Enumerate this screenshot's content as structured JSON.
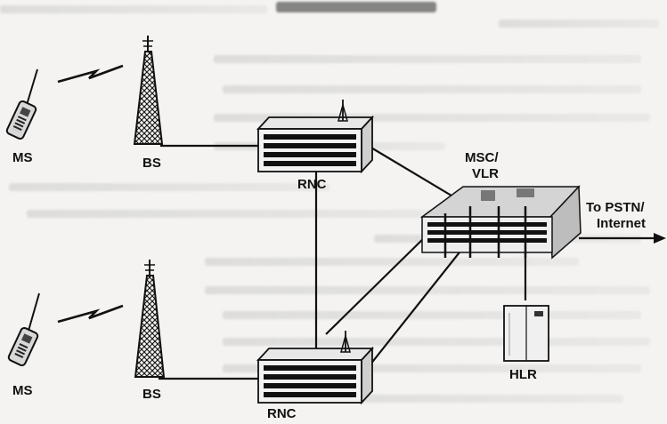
{
  "header_text": "...y ... ...p ...g ...",
  "labels": {
    "ms_top": "MS",
    "bs_top": "BS",
    "rnc_top": "RNC",
    "ms_bottom": "MS",
    "bs_bottom": "BS",
    "rnc_bottom": "RNC",
    "msc_vlr_line1": "MSC/",
    "msc_vlr_line2": "VLR",
    "pstn_line1": "To PSTN/",
    "pstn_line2": "Internet",
    "hlr": "HLR"
  },
  "colors": {
    "ink": "#111111",
    "paper": "#f4f3f1",
    "ghost_text": "#9a9a9a"
  }
}
